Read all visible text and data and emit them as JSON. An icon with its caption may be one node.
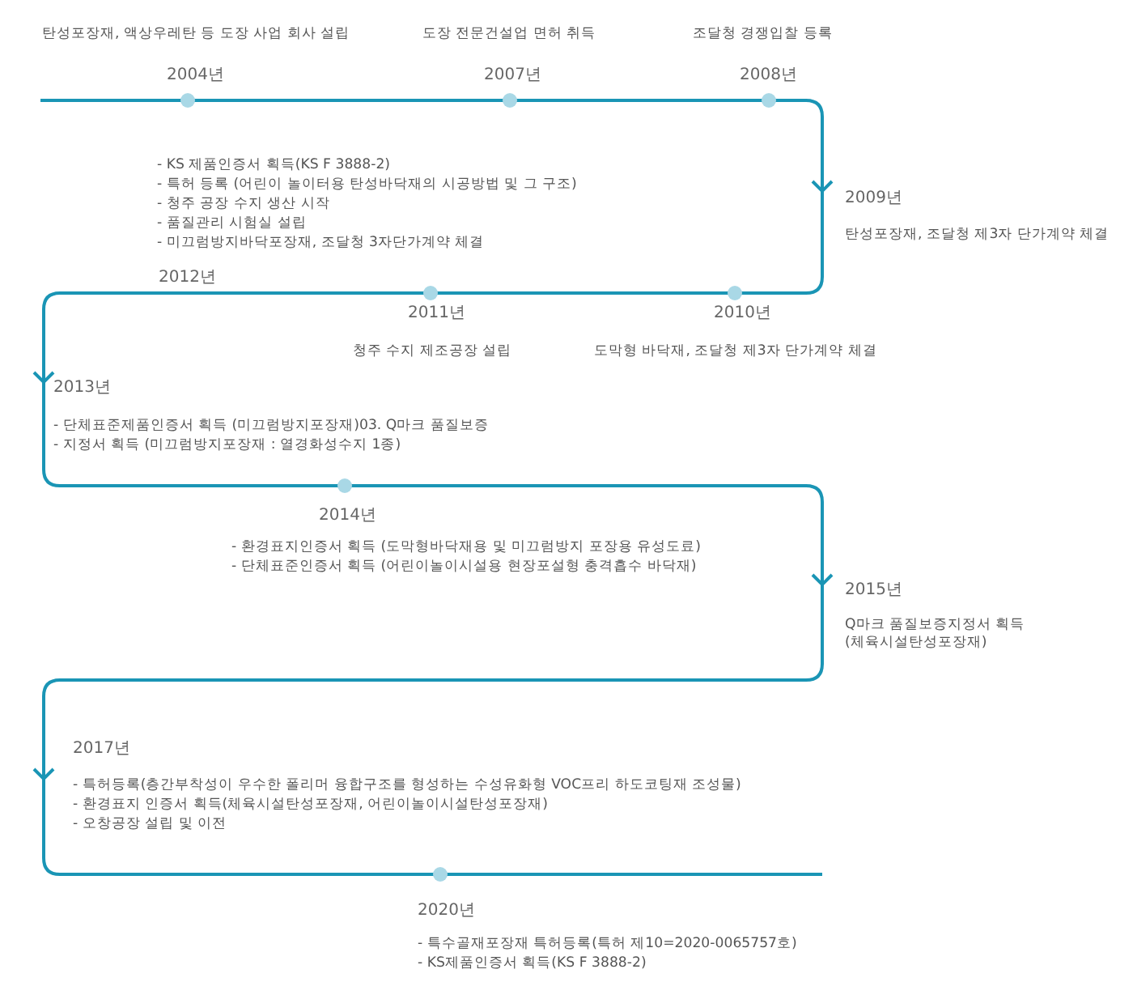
{
  "diagram": {
    "labels": [
      "탄성포장재, 액상우레탄 등 도장 사업 회사 설립",
      "도장 전문건설업 면허 취득",
      "조달청 경쟁입찰 등록",
      "2004년",
      "2007년",
      "2008년",
      "- KS 제품인증서 획득(KS F 3888-2)",
      "- 특허 등록 (어린이 놀이터용 탄성바닥재의 시공방법 및 그 구조)",
      "- 청주 공장 수지 생산 시작",
      "- 품질관리 시험실 설립",
      "- 미끄럼방지바닥포장재, 조달청 3자단가계약 체결",
      "2009년",
      "탄성포장재, 조달청 제3자 단가계약 체결",
      "2012년",
      "2011년",
      "2010년",
      "청주 수지 제조공장 설립",
      "도막형 바닥재, 조달청 제3자 단가계약 체결",
      "2013년",
      "- 단체표준제품인증서 획득 (미끄럼방지포장재)03. Q마크 품질보증",
      "- 지정서 획득 (미끄럼방지포장재 : 열경화성수지 1종)",
      "2014년",
      "- 환경표지인증서 획득 (도막형바닥재용 및 미끄럼방지 포장용 유성도료)",
      "- 단체표준인증서 획득 (어린이놀이시설용 현장포설형 충격흡수 바닥재)",
      "2015년",
      "Q마크 품질보증지정서 획득 (체육시설탄성포장재)",
      "2017년",
      "- 특허등록(층간부착성이 우수한 폴리머 융합구조를 형성하는 수성유화형 VOC프리 하도코팅재 조성물)",
      "- 환경표지 인증서 획득(체육시설탄성포장재, 어린이놀이시설탄성포장재)",
      "- 오창공장 설립 및 이전",
      "2020년",
      "- 특수골재포장재 특허등록(특허 제10=2020-0065757호)",
      "- KS제품인증서 획득(KS F 3888-2)"
    ]
  }
}
